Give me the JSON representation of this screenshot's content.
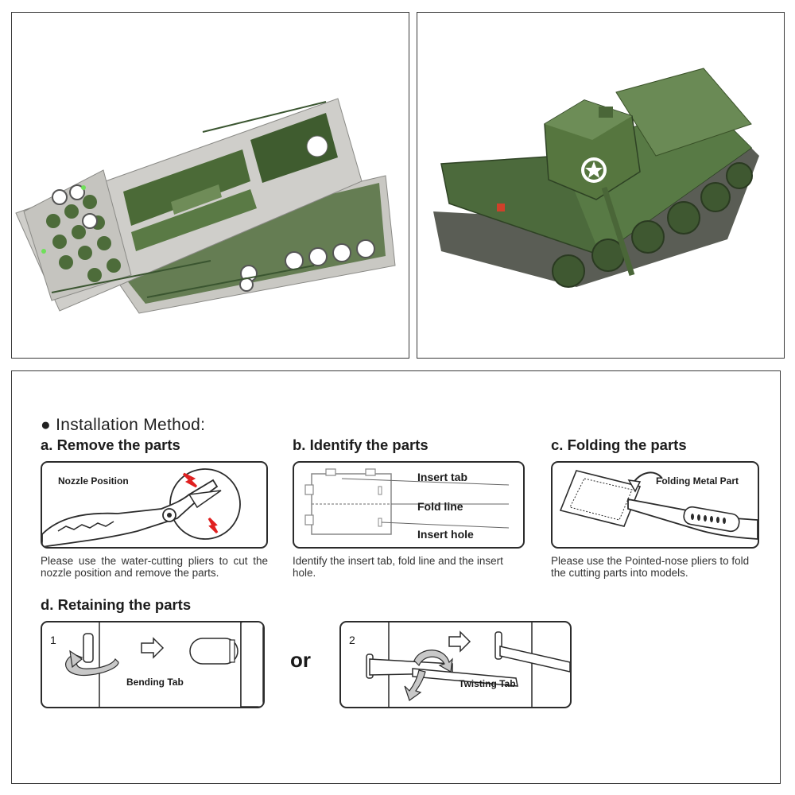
{
  "installation": {
    "heading": "● Installation Method:",
    "step_a": {
      "title": "a. Remove the parts",
      "label": "Nozzle Position",
      "caption": "Please use the water-cutting pliers to cut the nozzle position and remove the parts."
    },
    "step_b": {
      "title": "b. Identify the parts",
      "labels": [
        "Insert tab",
        "Fold line",
        "Insert hole"
      ],
      "caption": "Identify the insert tab, fold line and the insert hole."
    },
    "step_c": {
      "title": "c. Folding the parts",
      "label": "Folding Metal Part",
      "caption": "Please use the Pointed-nose pliers to fold the cutting parts into models."
    },
    "step_d": {
      "title": "d. Retaining the parts",
      "option1": {
        "number": "1",
        "label": "Bending Tab"
      },
      "or_text": "or",
      "option2": {
        "number": "2",
        "label": "Twisting Tab"
      }
    }
  },
  "colors": {
    "metal_green": "#4a6a3a",
    "steel": "#b8b8b4",
    "accent_red": "#e02020",
    "line": "#2b2b2b"
  }
}
